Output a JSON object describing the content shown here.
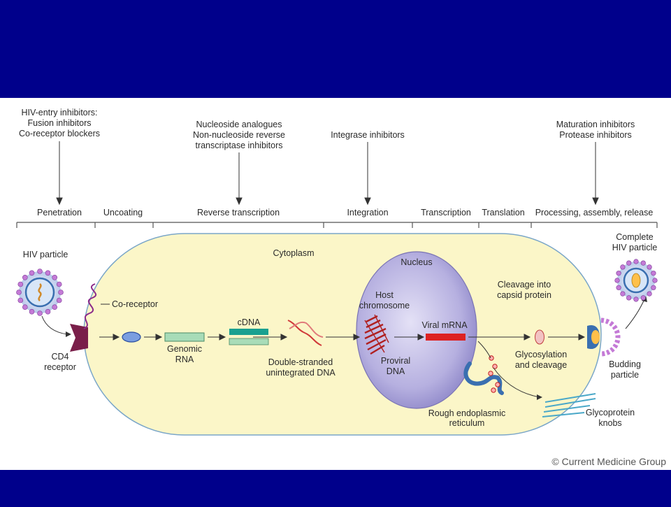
{
  "colors": {
    "slide_background": "#00008b",
    "panel": "#ffffff",
    "cytoplasm": "#fbf6c8",
    "nucleus": "#a8a2d8",
    "viral_mrna": "#dd2222",
    "cdna": "#1aa090",
    "genomic_rna": "#a8dcb8",
    "receptor": "#7a1f4a",
    "coreceptor": "#8b2a8a",
    "er": "#3a6fb0"
  },
  "inhibitors": {
    "entry": [
      "HIV-entry inhibitors:",
      "Fusion inhibitors",
      "Co-receptor blockers"
    ],
    "rt": [
      "Nucleoside analogues",
      "Non-nucleoside reverse",
      "transcriptase inhibitors"
    ],
    "integrase": [
      "Integrase inhibitors"
    ],
    "maturation": [
      "Maturation inhibitors",
      "Protease inhibitors"
    ]
  },
  "stages": [
    "Penetration",
    "Uncoating",
    "Reverse transcription",
    "Integration",
    "Transcription",
    "Translation",
    "Processing, assembly, release"
  ],
  "labels": {
    "hiv_particle": "HIV particle",
    "cytoplasm": "Cytoplasm",
    "nucleus": "Nucleus",
    "complete_hiv": [
      "Complete",
      "HIV particle"
    ],
    "co_receptor": "Co-receptor",
    "cd4": [
      "CD4",
      "receptor"
    ],
    "cdna": "cDNA",
    "genomic_rna": [
      "Genomic",
      "RNA"
    ],
    "dsdna": [
      "Double-stranded",
      "unintegrated DNA"
    ],
    "host_chromosome": [
      "Host",
      "chromosome"
    ],
    "proviral_dna": [
      "Proviral",
      "DNA"
    ],
    "viral_mrna": "Viral mRNA",
    "cleavage": [
      "Cleavage into",
      "capsid protein"
    ],
    "glycosylation": [
      "Glycosylation",
      "and cleavage"
    ],
    "budding": [
      "Budding",
      "particle"
    ],
    "rough_er": [
      "Rough endoplasmic",
      "reticulum"
    ],
    "glycoprotein": [
      "Glycoprotein",
      "knobs"
    ]
  },
  "copyright": "© Current Medicine Group"
}
